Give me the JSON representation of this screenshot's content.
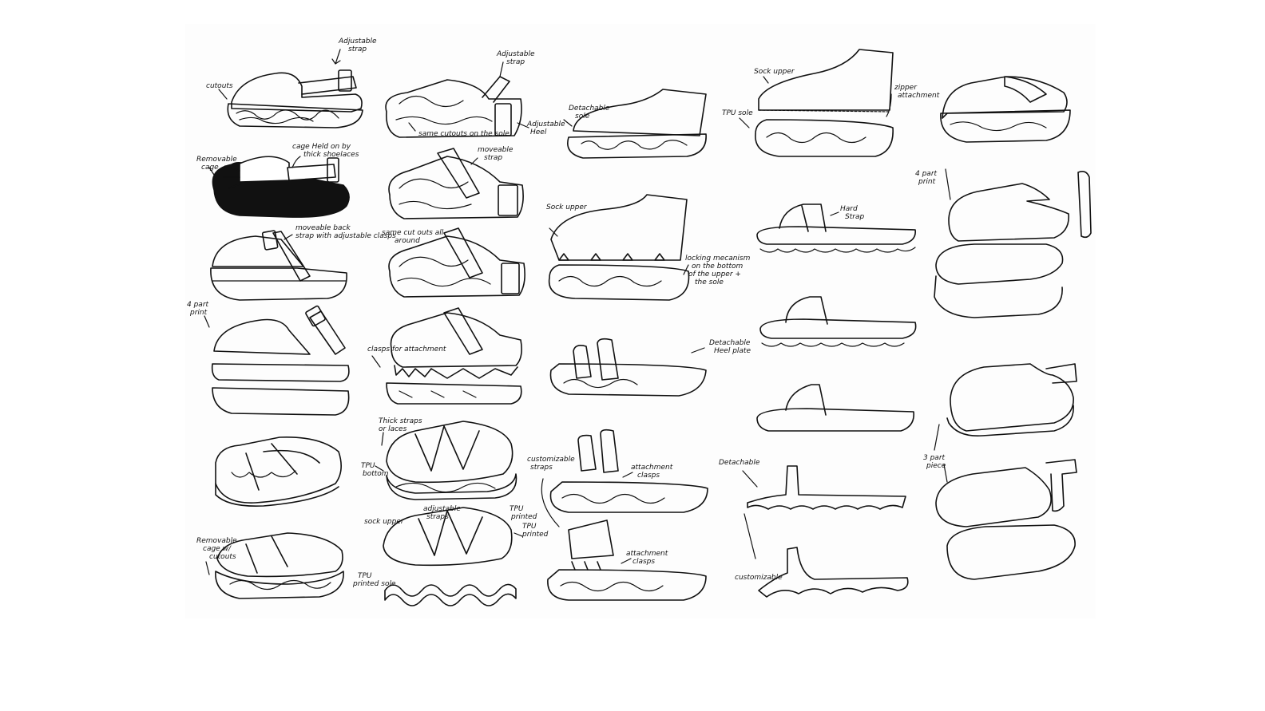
{
  "sheet": {
    "background": "#ffffff",
    "paper": "#fdfdfd",
    "ink": "#111111"
  },
  "annotations": {
    "adjustable_strap_1": [
      "Adjustable",
      "strap"
    ],
    "cutouts": "cutouts",
    "adjustable_strap_2": [
      "Adjustable",
      "strap"
    ],
    "same_cutouts_sole": "same cutouts on the sole",
    "adjustable_heel": [
      "Adjustable",
      "Heel"
    ],
    "detachable_sole": [
      "Detachable",
      "sole"
    ],
    "sock_upper_1": "Sock upper",
    "zipper_attachment": [
      "zipper",
      "attachment"
    ],
    "tpu_sole": "TPU sole",
    "removable_cage": [
      "Removable",
      "cage"
    ],
    "cage_held_on": [
      "cage Held on by",
      "thick shoelaces"
    ],
    "moveable_strap_1": [
      "moveable",
      "strap"
    ],
    "four_part_print_1": [
      "4 part",
      "print"
    ],
    "moveable_back_strap": [
      "moveable back",
      "strap with adjustable clasps"
    ],
    "same_cut_outs_all_around": [
      "same cut outs all",
      "around"
    ],
    "sock_upper_2": "Sock upper",
    "locking_mechanism": [
      "locking mecanism",
      "on the bottom",
      "of the upper +",
      "the sole"
    ],
    "hard_strap": [
      "Hard",
      "Strap"
    ],
    "four_part_print_2": [
      "4 part",
      "print"
    ],
    "clasps_for_attachment": "clasps for attachment",
    "detachable_heel_plate": [
      "Detachable",
      "Heel plate"
    ],
    "thick_straps_or_laces": [
      "Thick straps",
      "or laces"
    ],
    "tpu_bottom": [
      "TPU",
      "bottom"
    ],
    "customizable_straps": [
      "customizable",
      "straps"
    ],
    "attachment_clasps_1": [
      "attachment",
      "clasps"
    ],
    "detachable": "Detachable",
    "three_part_piece": [
      "3 part",
      "piece"
    ],
    "removable_cage_cutouts": [
      "Removable",
      "cage w/",
      "cutouts"
    ],
    "sock_upper_3": "sock upper",
    "adjustable_straps_tpu": [
      "adjustable",
      "straps"
    ],
    "tpu_printed": [
      "TPU",
      "printed"
    ],
    "tpu_printed_2": [
      "TPU",
      "printed"
    ],
    "tpu_printed_sole": [
      "TPU",
      "printed sole"
    ],
    "attachment_clasps_2": [
      "attachment",
      "clasps"
    ],
    "customizable": "customizable"
  },
  "sketches": [
    "clog-strap-cutout-sole",
    "clog-removable-cage",
    "clog-moveable-back-strap",
    "clog-4-part-print",
    "clog-laced-cage",
    "clog-removable-cage-cutouts",
    "sandal-adjustable-strap",
    "sandal-moveable-strap",
    "sandal-cutouts-all-around",
    "sandal-clasps-attachment",
    "clog-thick-straps",
    "clog-tpu-sole",
    "sock-shoe-detachable-sole",
    "sock-shoe-locking",
    "slide-detachable-heel-plate",
    "slide-customizable-straps",
    "slide-attachment-clasps",
    "sock-shoe-tpu-sole",
    "slide-hard-strap",
    "slide-2",
    "slide-3",
    "detachable-heel-profile",
    "customizable-profile",
    "clog-plain",
    "clog-4-part-print-2",
    "clog-3-part",
    "clog-3-part-exploded"
  ]
}
